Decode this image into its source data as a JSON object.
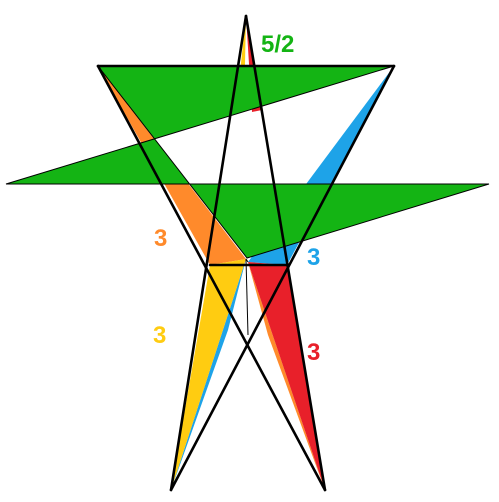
{
  "figure": {
    "labels": {
      "pentagram": "5/2",
      "orange": "3",
      "blue": "3",
      "yellow": "3",
      "red": "3"
    },
    "colors": {
      "green": "#14b414",
      "orange": "#ff8a2b",
      "blue": "#1ea3e8",
      "yellow": "#ffcc11",
      "red": "#e8202a",
      "edge": "#000000",
      "background": "#ffffff"
    }
  }
}
